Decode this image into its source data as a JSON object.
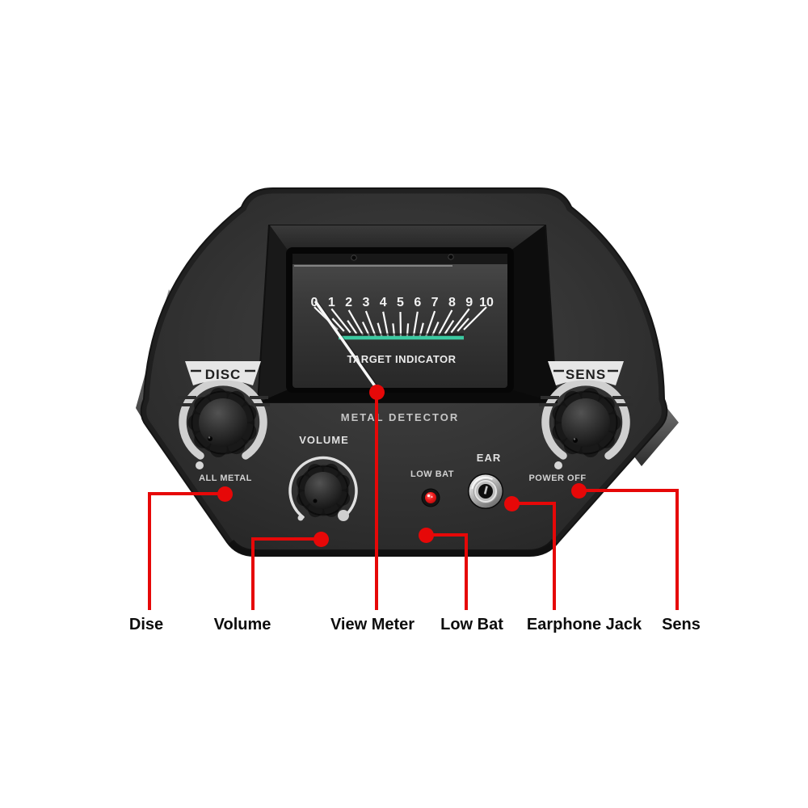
{
  "callout_color": "#e60808",
  "device": {
    "name_label": "METAL DETECTOR",
    "meter": {
      "scale_labels": [
        "0",
        "1",
        "2",
        "3",
        "4",
        "5",
        "6",
        "7",
        "8",
        "9",
        "10"
      ],
      "caption": "TARGET INDICATOR",
      "accent_color": "#3cc9a1"
    },
    "controls": {
      "disc": {
        "label": "DISC",
        "sub_label": "ALL METAL"
      },
      "sens": {
        "label": "SENS",
        "sub_label": "POWER OFF"
      },
      "volume": {
        "label": "VOLUME"
      },
      "low_bat": {
        "label": "LOW BAT"
      },
      "ear": {
        "label": "EAR"
      }
    }
  },
  "callouts": [
    {
      "id": "disc",
      "label": "Dise"
    },
    {
      "id": "volume",
      "label": "Volume"
    },
    {
      "id": "view-meter",
      "label": "View Meter"
    },
    {
      "id": "low-bat",
      "label": "Low Bat"
    },
    {
      "id": "earphone-jack",
      "label": "Earphone Jack"
    },
    {
      "id": "sens",
      "label": "Sens"
    }
  ]
}
